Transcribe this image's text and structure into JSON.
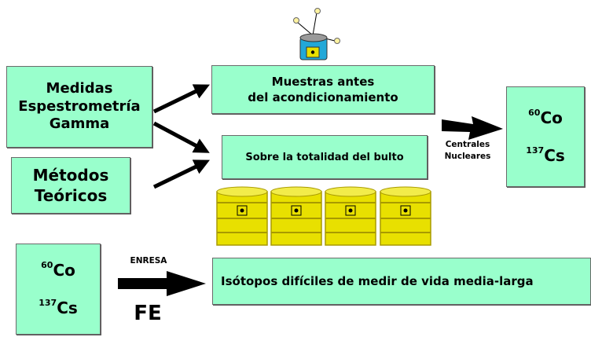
{
  "boxes": {
    "gamma": {
      "lines": [
        "Medidas",
        "Espestrometría",
        "Gamma"
      ]
    },
    "theory": {
      "lines": [
        "Métodos",
        "Teóricos"
      ]
    },
    "samples": {
      "lines": [
        "Muestras antes",
        "del acondicionamiento"
      ]
    },
    "package": {
      "text": "Sobre la totalidad del bulto"
    },
    "isotopes_right": {
      "items": [
        {
          "mass": "60",
          "symbol": "Co"
        },
        {
          "mass": "137",
          "symbol": "Cs"
        }
      ]
    },
    "isotopes_left": {
      "items": [
        {
          "mass": "60",
          "symbol": "Co"
        },
        {
          "mass": "137",
          "symbol": "Cs"
        }
      ]
    },
    "hard_isotopes": {
      "text": "Isótopos difíciles de medir de vida media-larga"
    }
  },
  "labels": {
    "centrales": [
      "Centrales",
      "Nucleares"
    ],
    "enresa": "ENRESA",
    "fe": "FE"
  },
  "colors": {
    "box_fill": "#99ffcc",
    "barrel": "#e8e000",
    "barrel_dark": "#a89a00",
    "radiation_symbol": "#000000"
  },
  "icons": {
    "sample_vessel": "radioactive-sample-beaker-icon",
    "barrel": "radioactive-waste-drum-icon"
  }
}
